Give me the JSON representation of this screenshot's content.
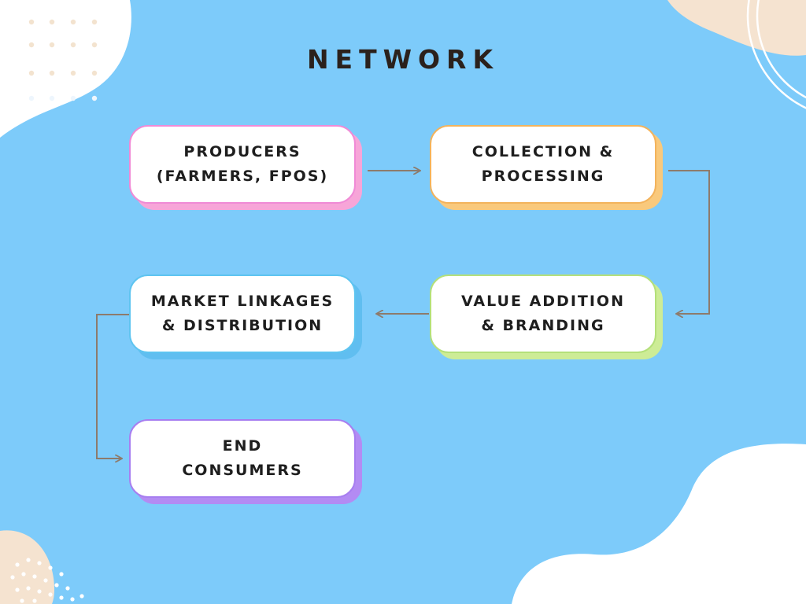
{
  "title": "NETWORK",
  "colors": {
    "background": "#7dcbfa",
    "white_blob": "#ffffff",
    "cream_blob": "#f5e3d0",
    "arrow": "#8d7b6c",
    "title_text": "#2b211c"
  },
  "nodes": [
    {
      "id": "producers",
      "lines": [
        "PRODUCERS",
        "(FARMERS, FPOS)"
      ],
      "border": "#f08ad6",
      "shadow": "#f7a5d8"
    },
    {
      "id": "collection",
      "lines": [
        "COLLECTION &",
        "PROCESSING"
      ],
      "border": "#f3b35c",
      "shadow": "#f9c97c"
    },
    {
      "id": "value-addition",
      "lines": [
        "VALUE ADDITION",
        "& BRANDING"
      ],
      "border": "#b4e07a",
      "shadow": "#cdec96"
    },
    {
      "id": "market-linkages",
      "lines": [
        "MARKET LINKAGES",
        "& DISTRIBUTION"
      ],
      "border": "#5ec4f0",
      "shadow": "#60bef0"
    },
    {
      "id": "end-consumers",
      "lines": [
        "END",
        "CONSUMERS"
      ],
      "border": "#a77ef0",
      "shadow": "#b38bf3"
    }
  ],
  "edges": [
    {
      "from": "producers",
      "to": "collection"
    },
    {
      "from": "collection",
      "to": "value-addition"
    },
    {
      "from": "value-addition",
      "to": "market-linkages"
    },
    {
      "from": "market-linkages",
      "to": "end-consumers"
    }
  ]
}
